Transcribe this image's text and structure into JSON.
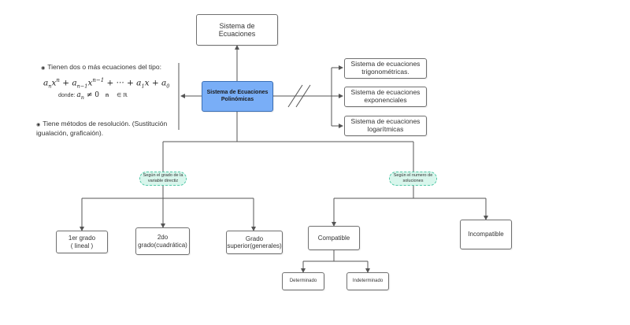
{
  "nodes": {
    "sistema_ecuaciones": "Sistema de\nEcuaciones",
    "polinomicas": "Sistema de Ecuaciones\nPolinómicas",
    "trigonometricas": "Sistema de ecuaciones\ntrigonométricas.",
    "exponenciales": "Sistema de ecuaciones\nexponenciales",
    "logaritmicas": "Sistema de ecuaciones\nlogarítmicas",
    "lineal": "1er grado\n( lineal )",
    "cuadratica": "2do\ngrado(cuadrática)",
    "superior": "Grado\nsuperior(generales)",
    "compatible": "Compatible",
    "incompatible": "Incompatible",
    "determinado": "Determinado",
    "indeterminado": "Indeterminado"
  },
  "tags": {
    "grado": "Según el grado de la\nvariable directiz",
    "soluciones": "Según el numero de\nsoluciones"
  },
  "notes": {
    "bullet1": "Tienen dos o más ecuaciones del tipo:",
    "formula": {
      "a": "a",
      "n": "n",
      "x": "x",
      "n_minus_1": "n−1",
      "plus": "+",
      "dots": "+ ··· +",
      "a1": "1",
      "a0": "0"
    },
    "donde_label": "donde:",
    "condition": "≠ 0",
    "n_label": "n",
    "in_reals": "∈ ℝ",
    "bullet2": "Tiene métodos de resolución. (Sustitución\nigualación, graficaión)."
  },
  "colors": {
    "highlight_fill": "#79aef7",
    "highlight_border": "#3b6fb5",
    "line": "#555555",
    "tag_fill": "#d8f6ec",
    "tag_border": "#4fc7a6"
  },
  "icons": [
    "not-equal-slash-icon",
    "bullet-icon"
  ]
}
